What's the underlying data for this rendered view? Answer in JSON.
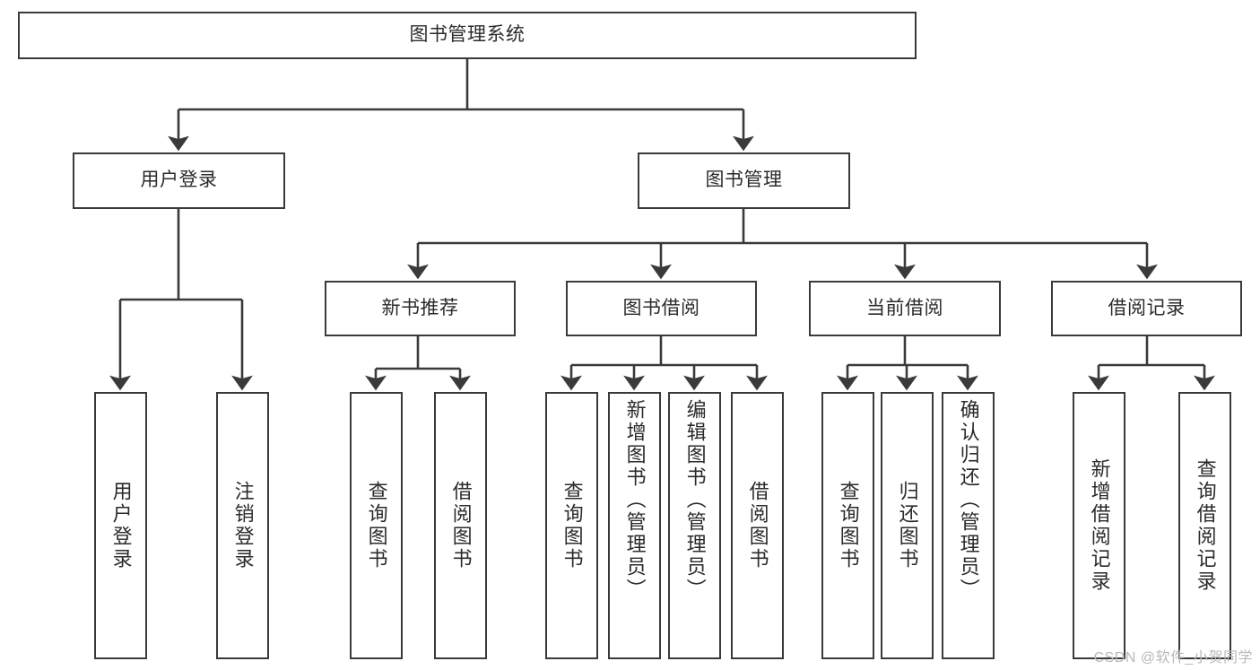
{
  "diagram": {
    "type": "tree-hierarchy",
    "title": "图书管理系统",
    "colors": {
      "box_border": "#3a3a3a",
      "box_fill": "#ffffff",
      "connector": "#3a3a3a",
      "text": "#2b2b2b",
      "background": "#ffffff",
      "watermark": "#b9b9b9"
    },
    "root": {
      "label": "图书管理系统"
    },
    "level1": [
      {
        "label": "用户登录"
      },
      {
        "label": "图书管理"
      }
    ],
    "level2": [
      {
        "label": "新书推荐"
      },
      {
        "label": "图书借阅"
      },
      {
        "label": "当前借阅"
      },
      {
        "label": "借阅记录"
      }
    ],
    "leaves": {
      "user_login": [
        {
          "label": "用户登录"
        },
        {
          "label": "注销登录"
        }
      ],
      "new_book_recommend": [
        {
          "label": "查询图书"
        },
        {
          "label": "借阅图书"
        }
      ],
      "book_borrow": [
        {
          "label": "查询图书"
        },
        {
          "label": "新增图书（管理员）"
        },
        {
          "label": "编辑图书（管理员）"
        },
        {
          "label": "借阅图书"
        }
      ],
      "current_borrow": [
        {
          "label": "查询图书"
        },
        {
          "label": "归还图书"
        },
        {
          "label": "确认归还（管理员）"
        }
      ],
      "borrow_records": [
        {
          "label": "新增借阅记录"
        },
        {
          "label": "查询借阅记录"
        }
      ]
    }
  },
  "watermark": {
    "text": "CSDN @软件_小贺同学"
  }
}
